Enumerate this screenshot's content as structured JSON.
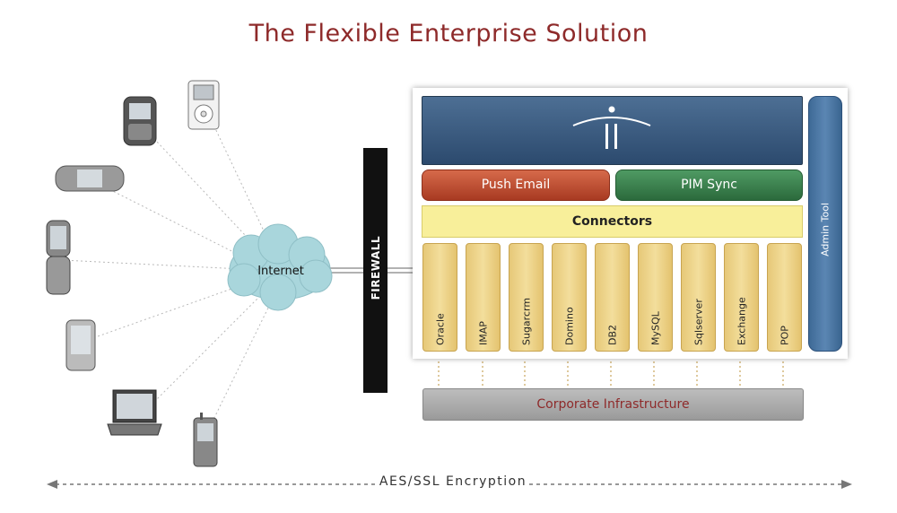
{
  "title": "The Flexible Enterprise Solution",
  "encryption_label": "AES/SSL Encryption",
  "internet_label": "Internet",
  "firewall_label": "FIREWALL",
  "server": {
    "push_email": "Push Email",
    "pim_sync": "PIM Sync",
    "connectors": "Connectors",
    "admin_tool": "Admin Tool",
    "connector_columns": [
      "Oracle",
      "IMAP",
      "Sugarcrm",
      "Domino",
      "DB2",
      "MySQL",
      "Sqlserver",
      "Exchange",
      "POP"
    ]
  },
  "corporate_infrastructure": "Corporate Infrastructure",
  "devices": [
    "pda-icon",
    "mp3-player-icon",
    "phone-icon",
    "flip-phone-icon",
    "pda-icon",
    "laptop-icon",
    "cell-phone-icon"
  ],
  "colors": {
    "title": "#8e2a2a",
    "push_email": "#b8472d",
    "pim_sync": "#3a7d4b",
    "connectors": "#f8ef9a",
    "admin_tool": "#4a76a3",
    "banner": "#3a5b80",
    "cloud": "#a9d6dc"
  }
}
